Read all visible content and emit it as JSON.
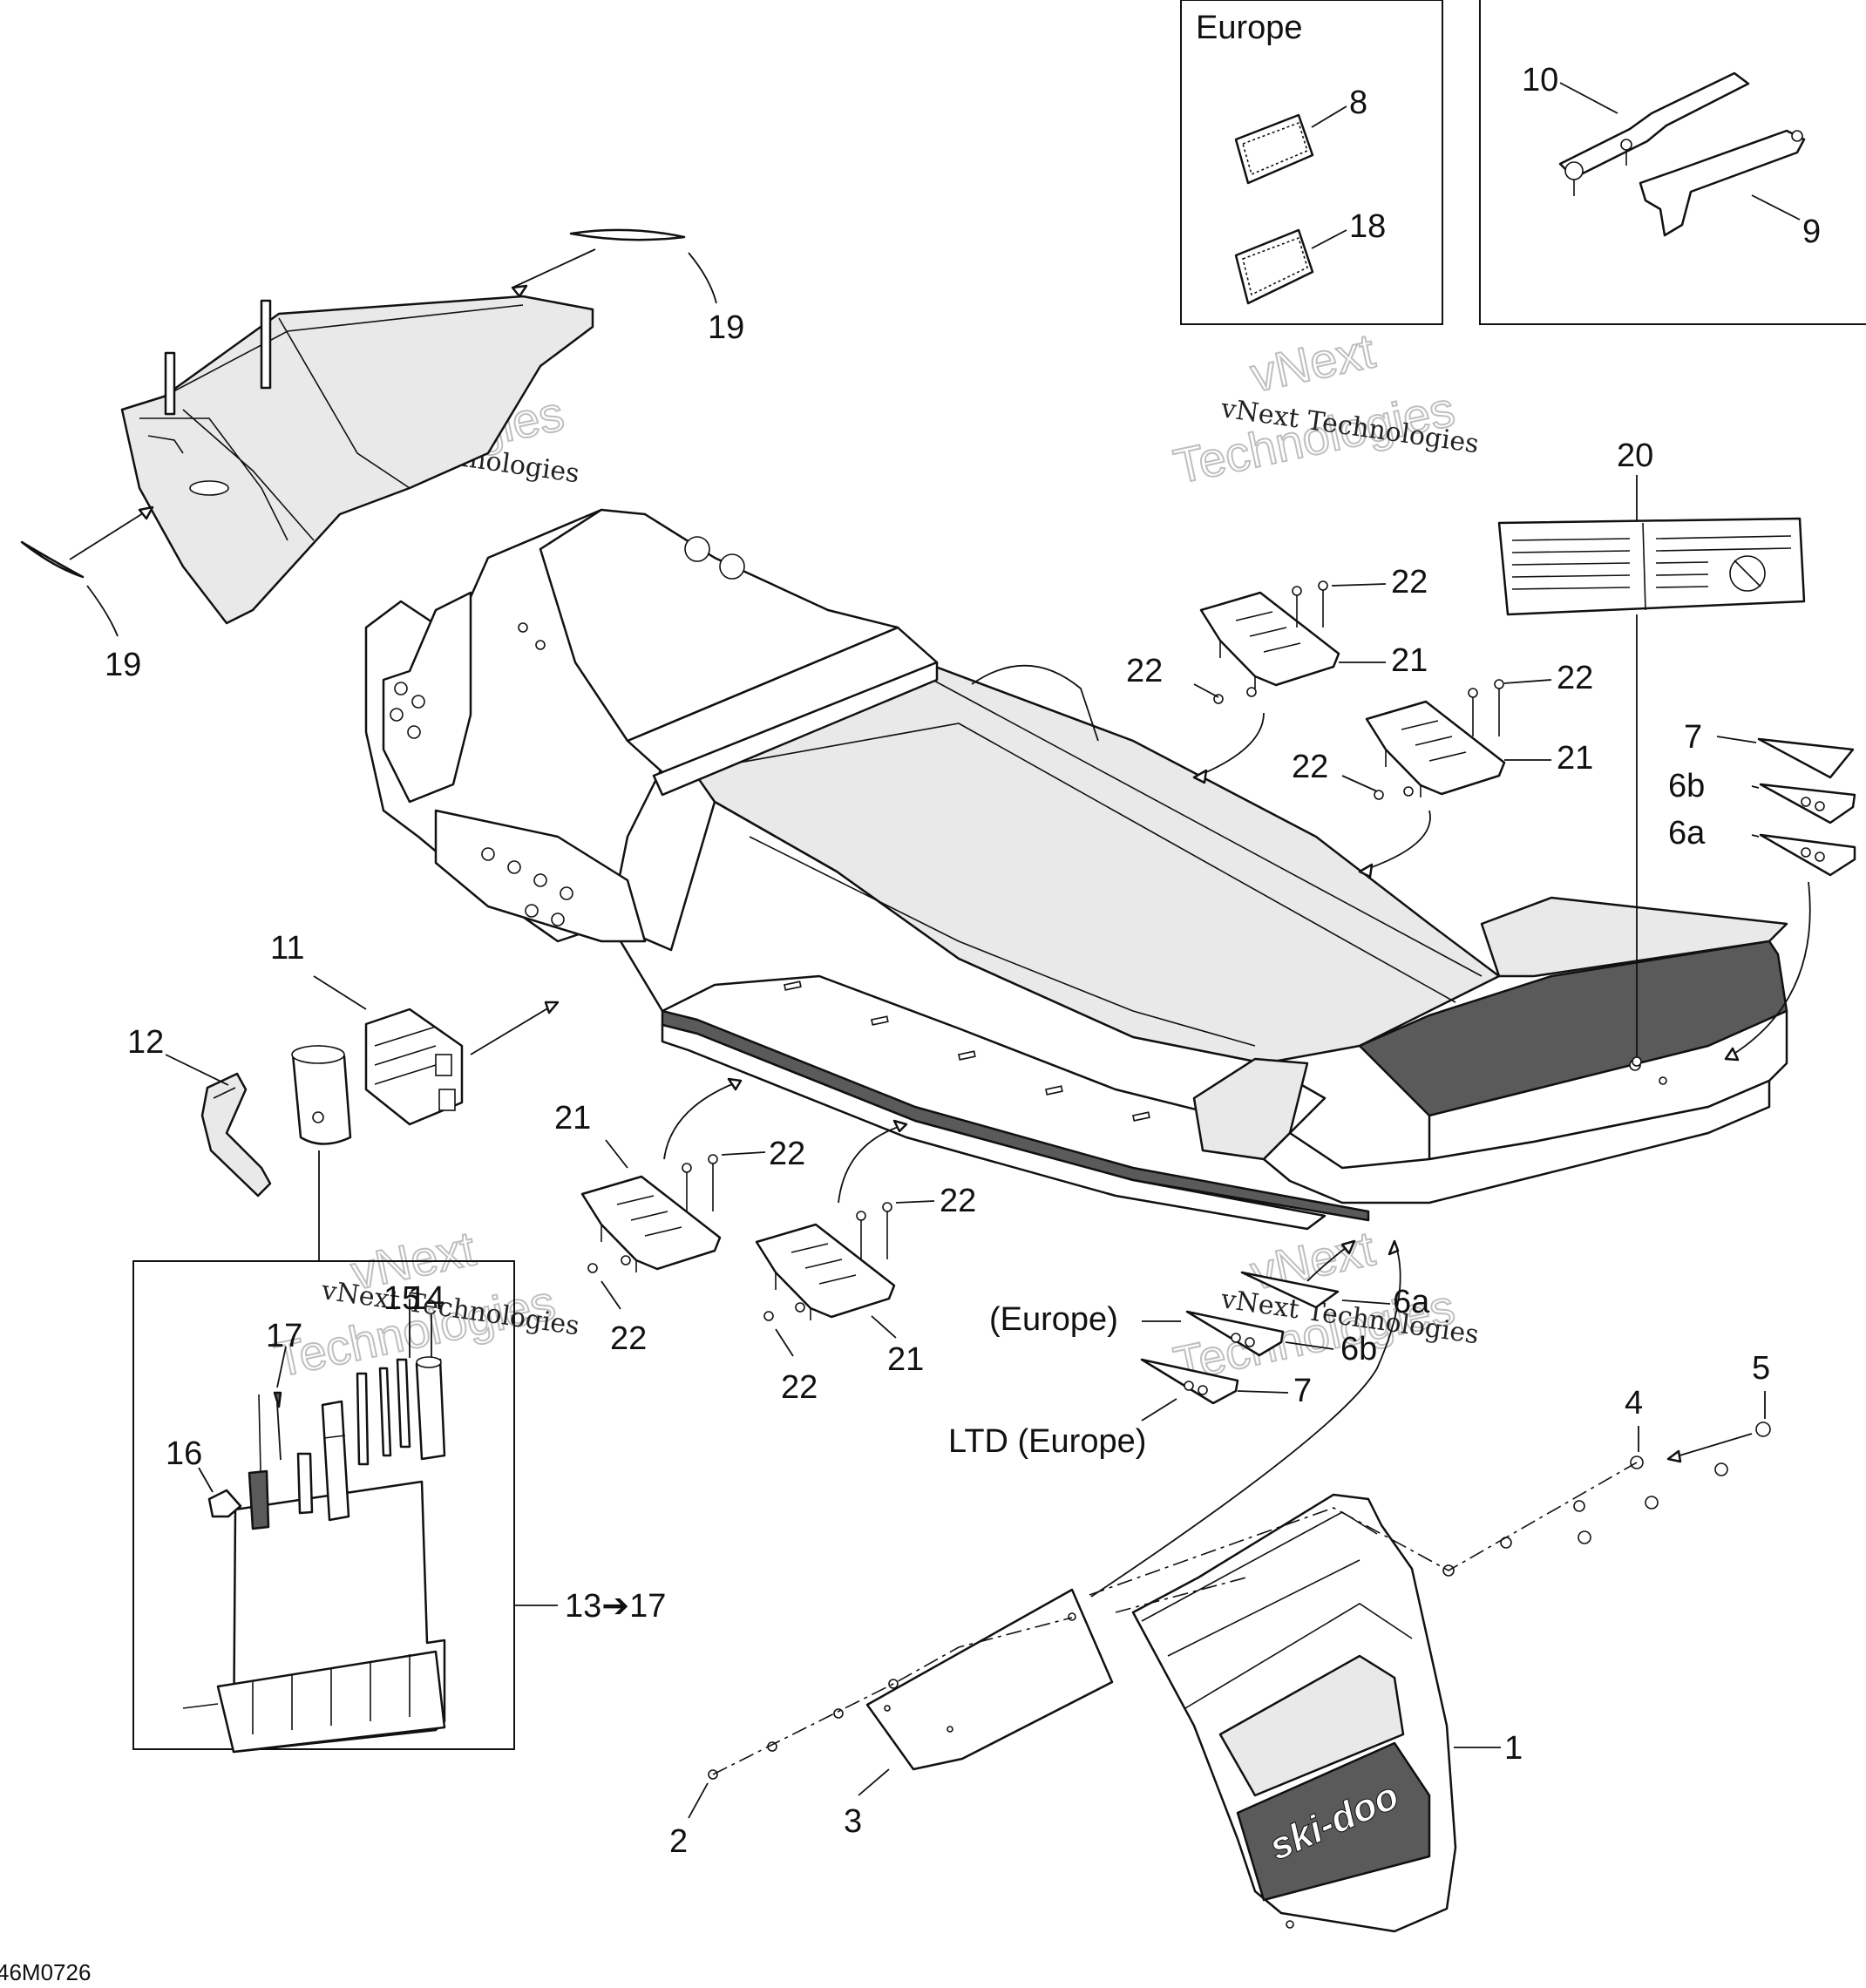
{
  "diagram_code": "46M0726",
  "inset_europe": {
    "title": "Europe"
  },
  "callouts": {
    "c1": "1",
    "c2": "2",
    "c3": "3",
    "c4": "4",
    "c5": "5",
    "c6a_top": "6a",
    "c6b_top": "6b",
    "c7_top": "7",
    "c6a_bottom": "6a",
    "c6b_bottom": "6b",
    "c7_bottom": "7",
    "c8": "8",
    "c9": "9",
    "c10": "10",
    "c11": "11",
    "c12": "12",
    "c13_17": "13➔17",
    "c14": "14",
    "c15": "15",
    "c16": "16",
    "c17": "17",
    "c18": "18",
    "c19_top": "19",
    "c19_left": "19",
    "c20": "20",
    "c21_a": "21",
    "c21_b": "21",
    "c21_c": "21",
    "c21_d": "21",
    "c22_a": "22",
    "c22_b": "22",
    "c22_c": "22",
    "c22_d": "22",
    "c22_e": "22",
    "c22_f": "22",
    "c22_g": "22",
    "c22_h": "22"
  },
  "notes": {
    "europe": "(Europe)",
    "ltd_europe": "LTD (Europe)"
  },
  "decal_brand": "ski-doo",
  "watermarks": {
    "small": "vNext Technologies",
    "line1": "vNext",
    "line2": "Technologies"
  }
}
